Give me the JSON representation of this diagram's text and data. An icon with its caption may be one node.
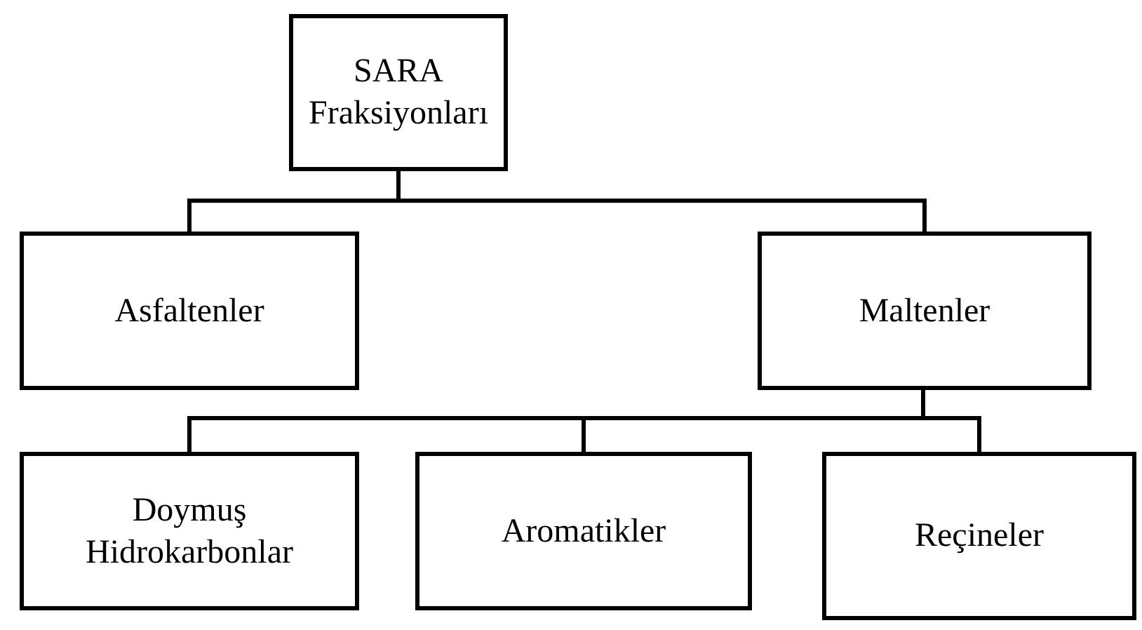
{
  "diagram": {
    "nodes": [
      {
        "text": [
          "SARA Fraksiyonları"
        ]
      },
      {
        "text": [
          "Asfaltenler"
        ]
      },
      {
        "text": [
          "Maltenler"
        ]
      },
      {
        "text": [
          "Doymuş Hidrokarbonlar"
        ]
      },
      {
        "text": [
          "Aromatikler"
        ]
      },
      {
        "text": [
          "Reçineler"
        ]
      }
    ],
    "edges": [
      {
        "from": 0,
        "to": 1,
        "arrow": "none"
      },
      {
        "from": 0,
        "to": 2,
        "arrow": "none"
      },
      {
        "from": 2,
        "to": 3,
        "arrow": "none"
      },
      {
        "from": 2,
        "to": 4,
        "arrow": "none"
      },
      {
        "from": 2,
        "to": 5,
        "arrow": "none"
      }
    ]
  }
}
